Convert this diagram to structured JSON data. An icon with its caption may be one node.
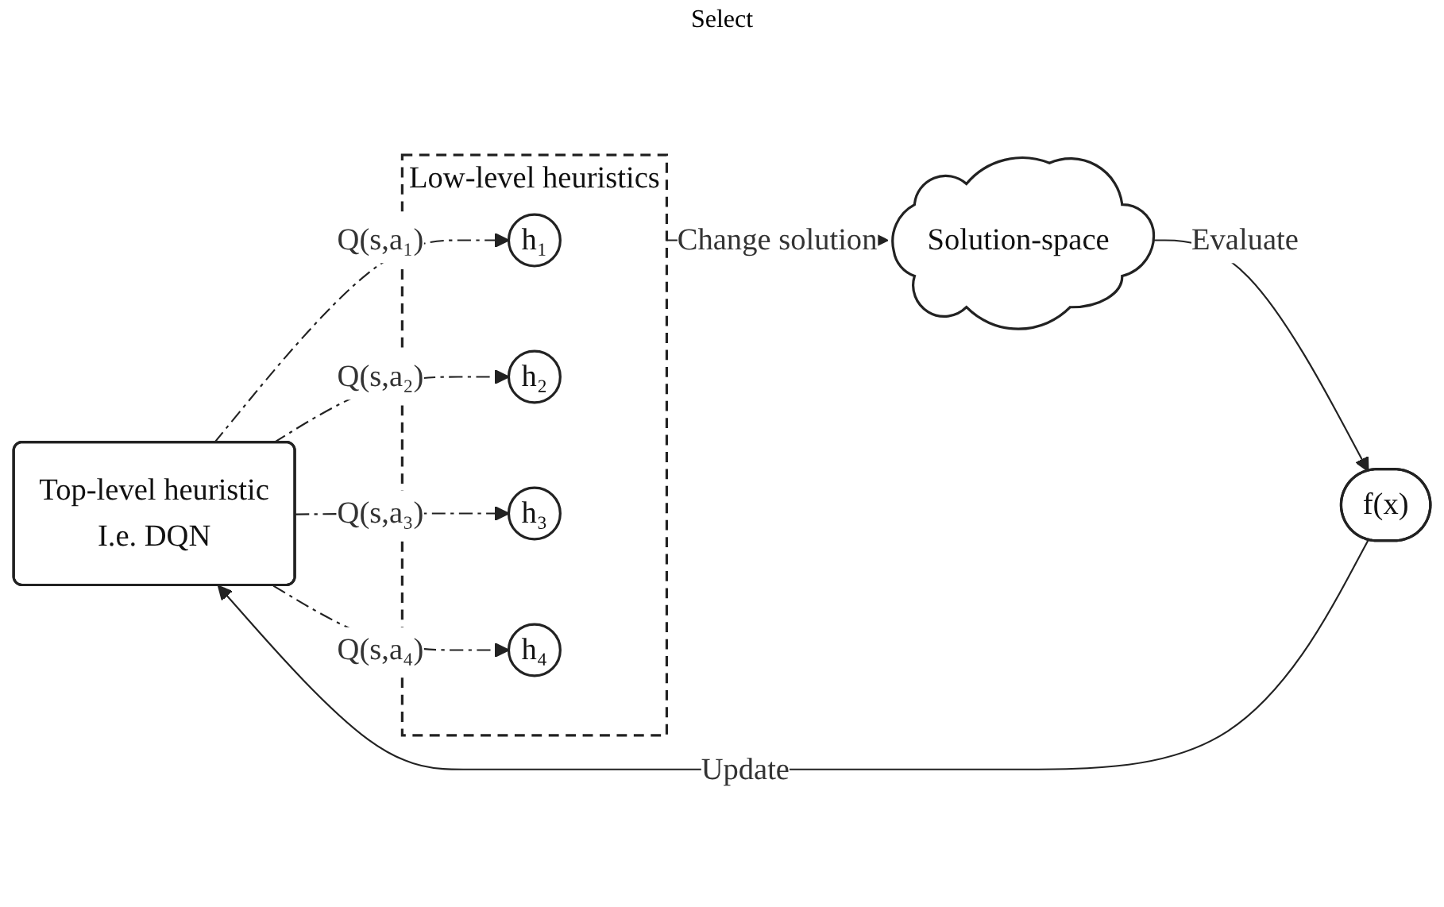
{
  "diagram": {
    "nodes": [
      {
        "text": [
          "Top-level heuristic",
          "I.e. DQN"
        ]
      },
      {
        "text": [
          "Low-level heuristics"
        ]
      },
      {
        "text": [
          "h₁"
        ],
        "in": 1
      },
      {
        "text": [
          "h₂"
        ],
        "in": 1
      },
      {
        "text": [
          "h₃"
        ],
        "in": 1
      },
      {
        "text": [
          "h₄"
        ],
        "in": 1
      },
      {
        "text": [
          "Solution-space"
        ]
      },
      {
        "text": [
          "f(x)"
        ]
      }
    ],
    "edges": [
      {
        "from": 0,
        "to": 2,
        "arrow": "to",
        "label": "Q(s,a₁)",
        "style": "dashed"
      },
      {
        "from": 0,
        "to": 3,
        "arrow": "to",
        "label": "Q(s,a₂)",
        "style": "dashed"
      },
      {
        "from": 0,
        "to": 4,
        "arrow": "to",
        "label": "Q(s,a₃)",
        "style": "dashed"
      },
      {
        "from": 0,
        "to": 5,
        "arrow": "to",
        "label": "Q(s,a₄)",
        "style": "dashed"
      },
      {
        "from": 1,
        "to": 6,
        "arrow": "to",
        "label": "Change solution"
      },
      {
        "from": 6,
        "to": 7,
        "arrow": "to",
        "label": "Evaluate"
      },
      {
        "from": 7,
        "to": 0,
        "arrow": "to",
        "label": "Update"
      }
    ],
    "labels": [
      "Select"
    ]
  }
}
